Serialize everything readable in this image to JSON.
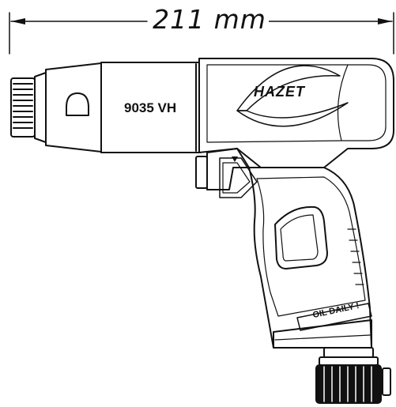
{
  "dimension": {
    "label": "211 mm"
  },
  "tool": {
    "model": "9035 VH",
    "brand": "HAZET",
    "oil_label": "OIL DAILY !"
  },
  "colors": {
    "line": "#111111",
    "background": "#ffffff"
  }
}
